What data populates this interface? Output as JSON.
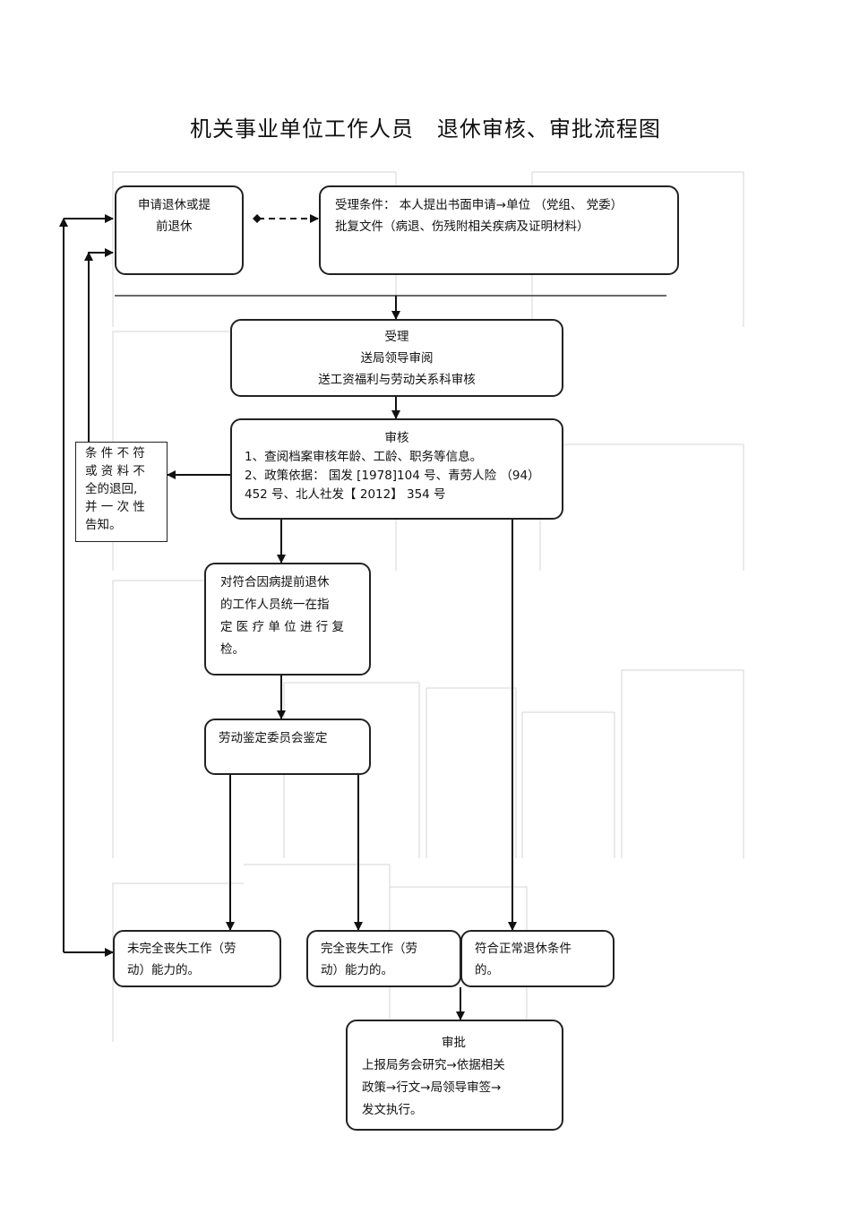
{
  "title": "机关事业单位工作人员   退休审核、审批流程图",
  "nodes": {
    "apply": {
      "lines": [
        "申请退休或提",
        "前退休"
      ]
    },
    "accept_conditions": {
      "lines": [
        "受理条件：   本人提出书面申请→单位     （党组、 党委）",
        "批复文件（病退、伤残附相关疾病及证明材料）"
      ]
    },
    "accept": {
      "lines": [
        "受理",
        "送局领导审阅",
        "送工资福利与劳动关系科审核"
      ]
    },
    "review": {
      "heading": "审核",
      "lines": [
        "1、查阅档案审核年龄、工龄、职务等信息。",
        "2、政策依据：  国发 [1978]104  号、青劳人险  （94）",
        "452 号、北人社发【    2012】 354 号"
      ]
    },
    "return_notice": {
      "lines": [
        "条 件 不 符",
        "或 资 料 不",
        "全的退回,",
        "并 一 次 性",
        "告知。"
      ]
    },
    "recheck": {
      "lines": [
        "对符合因病提前退休",
        "的工作人员统一在指",
        "定 医 疗 单 位 进 行 复",
        "检。"
      ]
    },
    "committee": {
      "lines": [
        "劳动鉴定委员会鉴定"
      ]
    },
    "partial_loss": {
      "lines": [
        "未完全丧失工作（劳",
        "动）能力的。"
      ]
    },
    "full_loss": {
      "lines": [
        "完全丧失工作（劳",
        "动）能力的。"
      ]
    },
    "normal": {
      "lines": [
        "符合正常退休条件",
        "的。"
      ]
    },
    "approve": {
      "heading": "审批",
      "lines": [
        "上报局务会研究→依据相关",
        "政策→行文→局领导审签→",
        "发文执行。"
      ]
    }
  }
}
